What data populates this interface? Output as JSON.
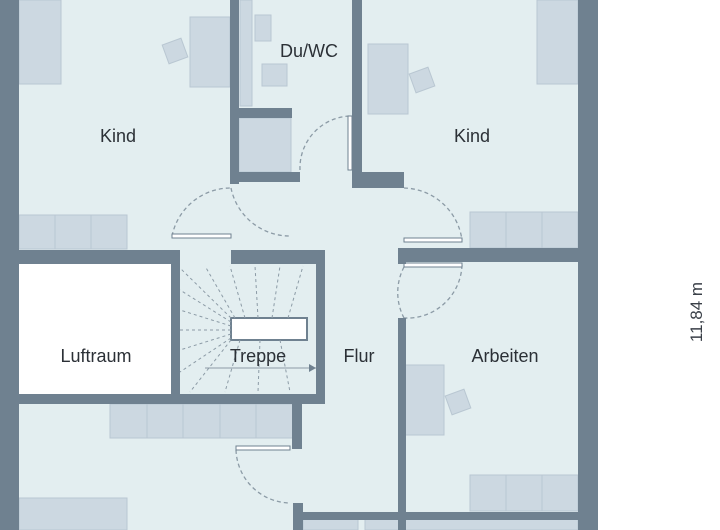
{
  "rooms": {
    "kind_left": "Kind",
    "du_wc": "Du/WC",
    "kind_right": "Kind",
    "luftraum": "Luftraum",
    "treppe": "Treppe",
    "flur": "Flur",
    "arbeiten": "Arbeiten"
  },
  "dimension": {
    "height": "11,84 m"
  },
  "colors": {
    "floor": "#e3eef0",
    "wall": "#6f8190",
    "furniture": "#ccd8e1",
    "void": "#ffffff",
    "label": "#2b3036"
  }
}
